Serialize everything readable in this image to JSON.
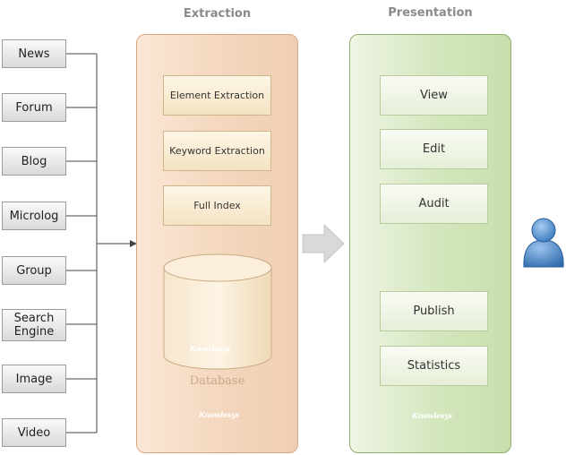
{
  "headers": {
    "extraction": "Extraction",
    "presentation": "Presentation"
  },
  "sources": [
    {
      "label": "News"
    },
    {
      "label": "Forum"
    },
    {
      "label": "Blog"
    },
    {
      "label": "Microlog"
    },
    {
      "label": "Group"
    },
    {
      "label": "Search\nEngine"
    },
    {
      "label": "Image"
    },
    {
      "label": "Video"
    }
  ],
  "extraction": {
    "steps": [
      "Element Extraction",
      "Keyword Extraction",
      "Full Index"
    ],
    "database_label": "Database",
    "watermark": "Knowlesys"
  },
  "presentation": {
    "items": [
      "View",
      "Edit",
      "Audit",
      "Publish",
      "Statistics"
    ],
    "watermark": "Knowlesys"
  },
  "colors": {
    "extraction_fill": "#f3d6bd",
    "presentation_fill": "#d4e6bd",
    "user_icon": "#4a86c8",
    "arrow": "#d6d6d6"
  },
  "icons": {
    "user": "user-icon",
    "flow_arrow": "arrow-right-icon"
  }
}
